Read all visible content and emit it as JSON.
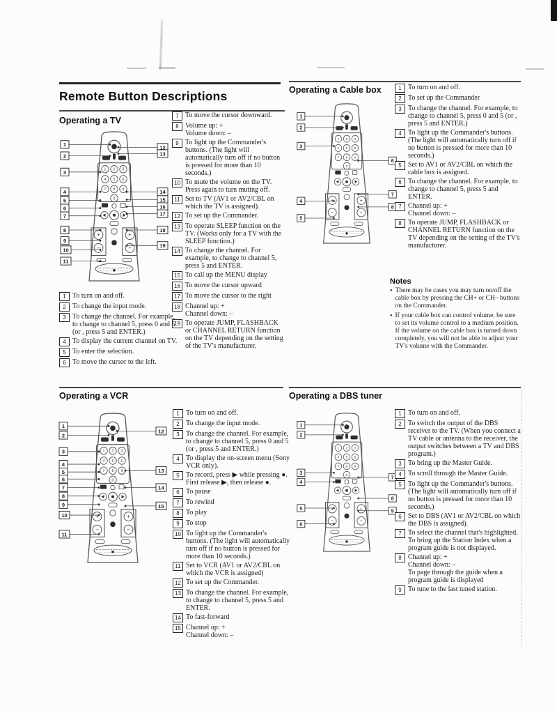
{
  "page": {
    "title": "Remote Button Descriptions"
  },
  "tv": {
    "heading": "Operating a TV",
    "callouts_left": [
      "1",
      "2",
      "3",
      "4",
      "5",
      "6",
      "7",
      "8",
      "9",
      "10",
      "11"
    ],
    "callouts_right": [
      "12",
      "13",
      "14",
      "15",
      "16",
      "17",
      "18",
      "19"
    ],
    "items_below": [
      {
        "num": "1",
        "text": "To turn on and off."
      },
      {
        "num": "2",
        "text": "To change the input mode."
      },
      {
        "num": "3",
        "text": "To change the channel.  For example, to change to channel 5, press 0 and 5 (or , press 5 and ENTER.)"
      },
      {
        "num": "4",
        "text": "To display the current channel on TV."
      },
      {
        "num": "5",
        "text": "To enter the selection."
      },
      {
        "num": "6",
        "text": "To move the cursor to the left."
      }
    ],
    "items_side": [
      {
        "num": "7",
        "text": "To move the cursor downward."
      },
      {
        "num": "8",
        "text": "Volume up: +\nVolume down: –"
      },
      {
        "num": "9",
        "text": "To light up the Commander's buttons.  (The light will automatically turn off if no button is pressed for more than 10 seconds.)"
      },
      {
        "num": "10",
        "text": "To mute the volume on the TV. Press again to turn muting off."
      },
      {
        "num": "11",
        "text": "Set to TV (AV1 or AV2/CBL on which the TV is assigned)."
      },
      {
        "num": "12",
        "text": "To set up the Commander."
      },
      {
        "num": "13",
        "text": "To operate SLEEP function on the TV. (Works only for a TV with the SLEEP function.)"
      },
      {
        "num": "14",
        "text": "To change the channel.  For example, to change to channel 5, press 5 and ENTER."
      },
      {
        "num": "15",
        "text": "To call up the MENU display"
      },
      {
        "num": "16",
        "text": "To move the cursor upward"
      },
      {
        "num": "17",
        "text": "To move the cursor to the right"
      },
      {
        "num": "18",
        "text": "Channel up: +\nChannel down: –"
      },
      {
        "num": "19",
        "text": "To operate JUMP, FLASHBACK or CHANNEL RETURN function on the TV depending on the setting of the TV's manufacturer."
      }
    ]
  },
  "cable": {
    "heading": "Operating a Cable box",
    "callouts_left": [
      "1",
      "2",
      "3",
      "4",
      "5"
    ],
    "callouts_right": [
      "6",
      "7",
      "8"
    ],
    "items": [
      {
        "num": "1",
        "text": "To turn on and off."
      },
      {
        "num": "2",
        "text": "To set up the Commander"
      },
      {
        "num": "3",
        "text": "To change the channel.  For example, to change to channel 5, press 0 and 5 (or , press 5 and ENTER.)"
      },
      {
        "num": "4",
        "text": "To light up the Commander's buttons.  (The light will automatically turn off if no button is pressed for more than 10 seconds.)"
      },
      {
        "num": "5",
        "text": "Set to AV1 or AV2/CBL on which the cable box is assigned."
      },
      {
        "num": "6",
        "text": "To change the channel.  For example, to change to channel 5, press 5 and ENTER."
      },
      {
        "num": "7",
        "text": "Channel up: +\nChannel down: –"
      },
      {
        "num": "8",
        "text": "To operate JUMP, FLASHBACK or CHANNEL RETURN function on the TV depending on the setting of the TV's manufacturer."
      }
    ],
    "notes_heading": "Notes",
    "notes": [
      "There may be cases you may turn on/off the cable box by pressing the CH+ or CH– buttons on the Commander.",
      "If your cable box can control volume, be sure to set its volume control to a medium position.  If the volume on the cable box is turned down completely, you will not be able to adjust your TV's volume with the Commander."
    ]
  },
  "vcr": {
    "heading": "Operating a VCR",
    "callouts_left": [
      "1",
      "2",
      "3",
      "4",
      "5",
      "6",
      "7",
      "8",
      "9",
      "10",
      "11"
    ],
    "callouts_right": [
      "12",
      "13",
      "14",
      "15"
    ],
    "items": [
      {
        "num": "1",
        "text": "To turn on and off."
      },
      {
        "num": "2",
        "text": "To change the input mode."
      },
      {
        "num": "3",
        "text": "To change the channel.  For example, to change to channel 5, press 0 and 5 (or , press 5 and ENTER.)"
      },
      {
        "num": "4",
        "text": "To display the on-screen menu (Sony VCR only)."
      },
      {
        "num": "5",
        "text": "To record, press ▶ while pressing ●.\nFirst release ▶, then release ●."
      },
      {
        "num": "6",
        "text": "To pause"
      },
      {
        "num": "7",
        "text": "To rewind"
      },
      {
        "num": "8",
        "text": "To play"
      },
      {
        "num": "9",
        "text": "To stop"
      },
      {
        "num": "10",
        "text": "To light up the Commander's buttons.  (The light will automatically turn off if no button is pressed for more than 10 seconds.)"
      },
      {
        "num": "11",
        "text": "Set to VCR (AV1 or AV2/CBL on which the VCR is assigned)"
      },
      {
        "num": "12",
        "text": "To set up the Commander."
      },
      {
        "num": "13",
        "text": "To change the channel.  For example, to change to channel 5, press 5 and ENTER."
      },
      {
        "num": "14",
        "text": "To fast-forward"
      },
      {
        "num": "15",
        "text": "Channel up: +\nChannel down: –"
      }
    ]
  },
  "dbs": {
    "heading": "Operating a DBS tuner",
    "callouts_left": [
      "1",
      "2",
      "3",
      "4",
      "5",
      "6"
    ],
    "callouts_right": [
      "7",
      "8",
      "9"
    ],
    "items": [
      {
        "num": "1",
        "text": "To turn on and off."
      },
      {
        "num": "2",
        "text": "To switch the output of the DBS receiver to the TV. (When you connect a TV cable or antenna to the receiver, the output switches between a TV and DBS program.)"
      },
      {
        "num": "3",
        "text": "To bring up the Master Guide."
      },
      {
        "num": "4",
        "text": "To scroll through the Master Guide."
      },
      {
        "num": "5",
        "text": "To light up the Commander's buttons.  (The light will automatically turn off if no button is pressed for more than 10 seconds.)"
      },
      {
        "num": "6",
        "text": "Set to DBS (AV1 or AV2/CBL on which the DBS is assigned)."
      },
      {
        "num": "7",
        "text": "To select the channel that's highlighted.\nTo bring up the Station Index when a program guide is not displayed."
      },
      {
        "num": "8",
        "text": "Channel up: +\nChannel down: –\nTo page through the guide when a program guide is displayed"
      },
      {
        "num": "9",
        "text": "To tune to the last tuned station."
      }
    ]
  }
}
